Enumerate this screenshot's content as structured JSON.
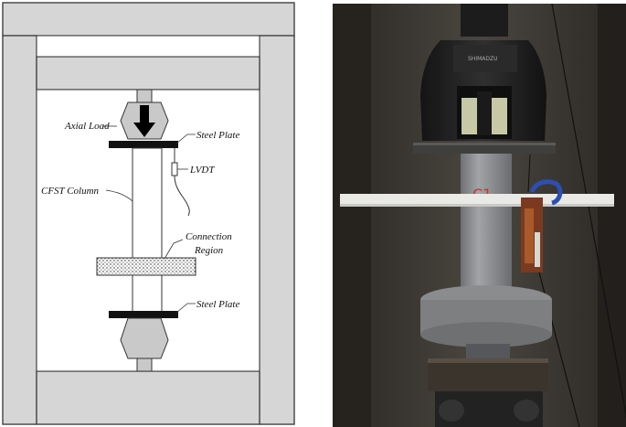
{
  "diagram": {
    "labels": {
      "axial_load": "Axial Load",
      "steel_plate_top": "Steel Plate",
      "lvdt": "LVDT",
      "cfst_column": "CFST Column",
      "connection_line1": "Connection",
      "connection_line2": "Region",
      "steel_plate_bottom": "Steel Plate"
    }
  },
  "photo": {
    "specimen_label": "C1",
    "machine_brand": "SHIMADZU",
    "colors": {
      "background": "#3a3732",
      "machine_head": "#1f1f1f",
      "column": "#8e9093",
      "base_plate": "#7d7f81",
      "bar": "#e9e9e6",
      "lvdt_clamp": "#2c4fb0"
    }
  }
}
